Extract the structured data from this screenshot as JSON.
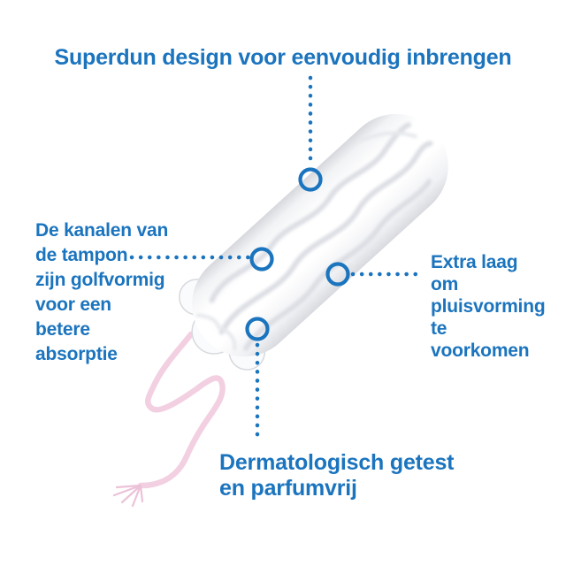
{
  "colors": {
    "accent_blue": "#1B74BE",
    "string_pink": "#F2D0E1",
    "string_fray_pink": "#ECC2D8"
  },
  "callouts": {
    "top": {
      "label": "Superdun design voor eenvoudig inbrengen"
    },
    "left": {
      "label": "De kanalen van\nde tampon\nzijn golfvormig\nvoor een\nbetere\nabsorptie"
    },
    "right": {
      "label": "Extra laag\nom\npluisvorming\nte\nvoorkomen"
    },
    "bottom": {
      "label": "Dermatologisch getest\nen parfumvrij"
    }
  },
  "figure": {
    "subject": "white tampon with wavy channels and pink withdrawal string",
    "marker_icon": "circle-outline-marker",
    "markers_count": 4
  }
}
